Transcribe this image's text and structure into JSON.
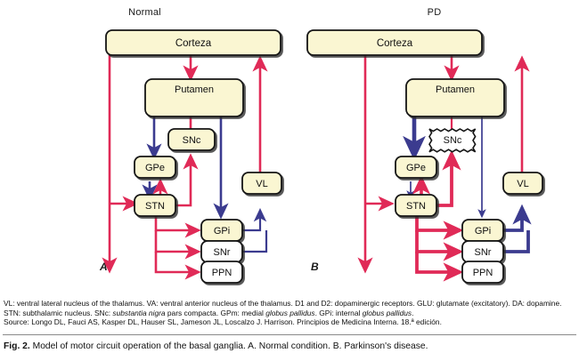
{
  "figure": {
    "caption_prefix": "Fig. 2.",
    "caption_text": "Model of motor circuit operation of the basal ganglia. A. Normal condition. B. Parkinson's disease."
  },
  "colors": {
    "excitatory_red": "#e02a57",
    "inhibitory_blue": "#3b3b8f",
    "node_fill_yellow": "#faf6d2",
    "node_fill_white": "#ffffff",
    "node_stroke": "#151515",
    "background": "#ffffff"
  },
  "panels": [
    {
      "id": "normal",
      "title": "Normal",
      "letter": "A",
      "nodes": [
        {
          "id": "corteza",
          "label": "Corteza",
          "fill": "yellow"
        },
        {
          "id": "putamen",
          "label": "Putamen",
          "fill": "yellow"
        },
        {
          "id": "snc",
          "label": "SNc",
          "fill": "yellow",
          "degenerated": false
        },
        {
          "id": "gpe",
          "label": "GPe",
          "fill": "yellow"
        },
        {
          "id": "stn",
          "label": "STN",
          "fill": "yellow"
        },
        {
          "id": "vl",
          "label": "VL",
          "fill": "yellow"
        },
        {
          "id": "gpi",
          "label": "GPi",
          "fill": "yellow"
        },
        {
          "id": "snr",
          "label": "SNr",
          "fill": "white"
        },
        {
          "id": "ppn",
          "label": "PPN",
          "fill": "white"
        }
      ],
      "connections": [
        {
          "from": "corteza",
          "to": "putamen",
          "type": "excitatory",
          "weight": "normal"
        },
        {
          "from": "corteza",
          "to": "stn",
          "type": "excitatory",
          "weight": "normal"
        },
        {
          "from": "putamen",
          "to": "gpe",
          "type": "inhibitory",
          "weight": "normal"
        },
        {
          "from": "putamen",
          "to": "gpi",
          "type": "inhibitory",
          "weight": "normal"
        },
        {
          "from": "snc",
          "to": "putamen-d1",
          "type": "excitatory",
          "weight": "normal"
        },
        {
          "from": "snc",
          "to": "putamen-d2",
          "type": "inhibitory",
          "weight": "normal"
        },
        {
          "from": "gpe",
          "to": "stn",
          "type": "inhibitory",
          "weight": "normal"
        },
        {
          "from": "stn",
          "to": "gpe",
          "type": "excitatory",
          "weight": "normal"
        },
        {
          "from": "stn",
          "to": "snc",
          "type": "excitatory",
          "weight": "normal"
        },
        {
          "from": "stn",
          "to": "gpi",
          "type": "excitatory",
          "weight": "normal"
        },
        {
          "from": "stn",
          "to": "snr",
          "type": "excitatory",
          "weight": "normal"
        },
        {
          "from": "stn",
          "to": "ppn",
          "type": "excitatory",
          "weight": "normal"
        },
        {
          "from": "gpi",
          "to": "vl",
          "type": "inhibitory",
          "weight": "normal"
        },
        {
          "from": "snr",
          "to": "vl",
          "type": "inhibitory",
          "weight": "normal"
        },
        {
          "from": "vl",
          "to": "corteza",
          "type": "excitatory",
          "weight": "normal"
        }
      ]
    },
    {
      "id": "pd",
      "title": "PD",
      "letter": "B",
      "nodes": [
        {
          "id": "corteza",
          "label": "Corteza",
          "fill": "yellow"
        },
        {
          "id": "putamen",
          "label": "Putamen",
          "fill": "yellow"
        },
        {
          "id": "snc",
          "label": "SNc",
          "fill": "white",
          "degenerated": true
        },
        {
          "id": "gpe",
          "label": "GPe",
          "fill": "yellow"
        },
        {
          "id": "stn",
          "label": "STN",
          "fill": "yellow"
        },
        {
          "id": "vl",
          "label": "VL",
          "fill": "yellow"
        },
        {
          "id": "gpi",
          "label": "GPi",
          "fill": "yellow"
        },
        {
          "id": "snr",
          "label": "SNr",
          "fill": "white"
        },
        {
          "id": "ppn",
          "label": "PPN",
          "fill": "white"
        }
      ],
      "connections": [
        {
          "from": "corteza",
          "to": "putamen",
          "type": "excitatory",
          "weight": "normal"
        },
        {
          "from": "corteza",
          "to": "stn",
          "type": "excitatory",
          "weight": "normal"
        },
        {
          "from": "putamen",
          "to": "gpe",
          "type": "inhibitory",
          "weight": "thick"
        },
        {
          "from": "putamen",
          "to": "gpi",
          "type": "inhibitory",
          "weight": "thin"
        },
        {
          "from": "snc",
          "to": "putamen-d1",
          "type": "excitatory",
          "weight": "thin"
        },
        {
          "from": "snc",
          "to": "putamen-d2",
          "type": "inhibitory",
          "weight": "thin"
        },
        {
          "from": "gpe",
          "to": "stn",
          "type": "inhibitory",
          "weight": "thin"
        },
        {
          "from": "stn",
          "to": "gpe",
          "type": "excitatory",
          "weight": "thick"
        },
        {
          "from": "stn",
          "to": "snc",
          "type": "excitatory",
          "weight": "thick"
        },
        {
          "from": "stn",
          "to": "gpi",
          "type": "excitatory",
          "weight": "thick"
        },
        {
          "from": "stn",
          "to": "snr",
          "type": "excitatory",
          "weight": "thick"
        },
        {
          "from": "stn",
          "to": "ppn",
          "type": "excitatory",
          "weight": "thick"
        },
        {
          "from": "gpi",
          "to": "vl",
          "type": "inhibitory",
          "weight": "thick"
        },
        {
          "from": "snr",
          "to": "vl",
          "type": "inhibitory",
          "weight": "thick"
        },
        {
          "from": "vl",
          "to": "corteza",
          "type": "excitatory",
          "weight": "normal"
        }
      ]
    }
  ],
  "footnote": {
    "line1_a": "VL: ventral lateral nucleus of the thalamus. VA: ventral anterior nucleus of the thalamus. D1 and D2: dopaminergic receptors. GLU: glutamate (excitatory). DA: dopamine. STN: subthalamic nucleus. SNc: ",
    "line1_italic1": "substantia nigra",
    "line1_b": " pars compacta. GPm: medial ",
    "line1_italic2": "globus pallidus",
    "line1_c": ". GPi: internal ",
    "line1_italic3": "globus pallidus",
    "line1_d": ".",
    "line2": "Source: Longo DL, Fauci AS, Kasper DL, Hauser SL, Jameson JL, Loscalzo J. Harrison. Principios de Medicina Interna. 18.ª edición."
  }
}
